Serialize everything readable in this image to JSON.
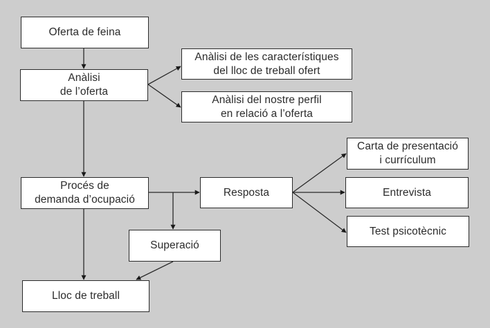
{
  "diagram": {
    "type": "flowchart",
    "background_color": "#cdcdcd",
    "node_fill": "#ffffff",
    "stroke_color": "#2a2a2a",
    "nodes": {
      "oferta": "Oferta de feina",
      "analisi": "Anàlisi\nde l’oferta",
      "caracteristiques": "Anàlisi de les característiques\ndel lloc de treball ofert",
      "perfil": "Anàlisi del nostre perfil\nen relació a l’oferta",
      "proces": "Procés de\ndemanda d’ocupació",
      "resposta": "Resposta",
      "carta": "Carta de presentació\ni currículum",
      "entrevista": "Entrevista",
      "test": "Test psicotècnic",
      "superacio": "Superació",
      "lloc": "Lloc de treball"
    },
    "edges": [
      {
        "from": "oferta",
        "to": "analisi"
      },
      {
        "from": "analisi",
        "to": "caracteristiques"
      },
      {
        "from": "analisi",
        "to": "perfil"
      },
      {
        "from": "analisi",
        "to": "proces"
      },
      {
        "from": "proces",
        "to": "resposta"
      },
      {
        "from": "proces",
        "to": "superacio"
      },
      {
        "from": "proces",
        "to": "lloc"
      },
      {
        "from": "resposta",
        "to": "carta"
      },
      {
        "from": "resposta",
        "to": "entrevista"
      },
      {
        "from": "resposta",
        "to": "test"
      },
      {
        "from": "superacio",
        "to": "lloc"
      }
    ]
  }
}
